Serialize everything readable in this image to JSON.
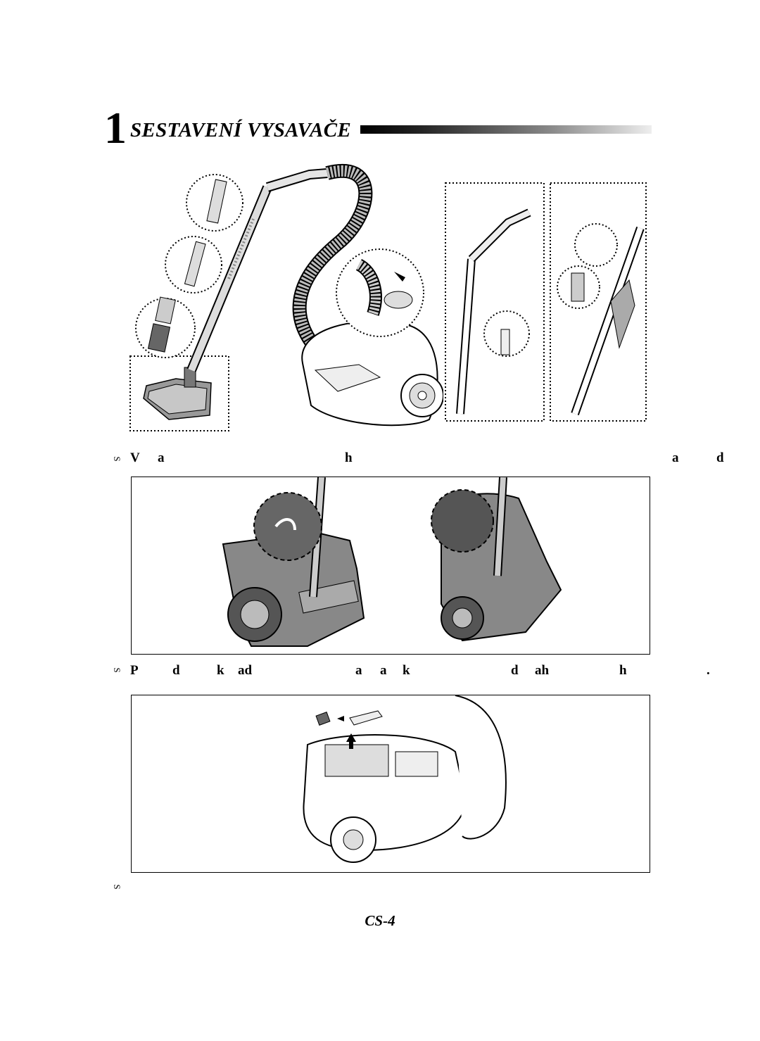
{
  "header": {
    "number": "1",
    "title": "SESTAVENÍ VYSAVAČE"
  },
  "captions": [
    {
      "bullet": "S",
      "segments": [
        "V",
        "a",
        "h",
        "a",
        "d"
      ]
    },
    {
      "bullet": "S",
      "segments": [
        "P",
        "d",
        "k",
        "ad",
        "a",
        "a",
        "k",
        "d",
        "ah",
        "h",
        "."
      ]
    },
    {
      "bullet": "S",
      "segments": []
    }
  ],
  "footer": {
    "page_number": "CS-4"
  }
}
